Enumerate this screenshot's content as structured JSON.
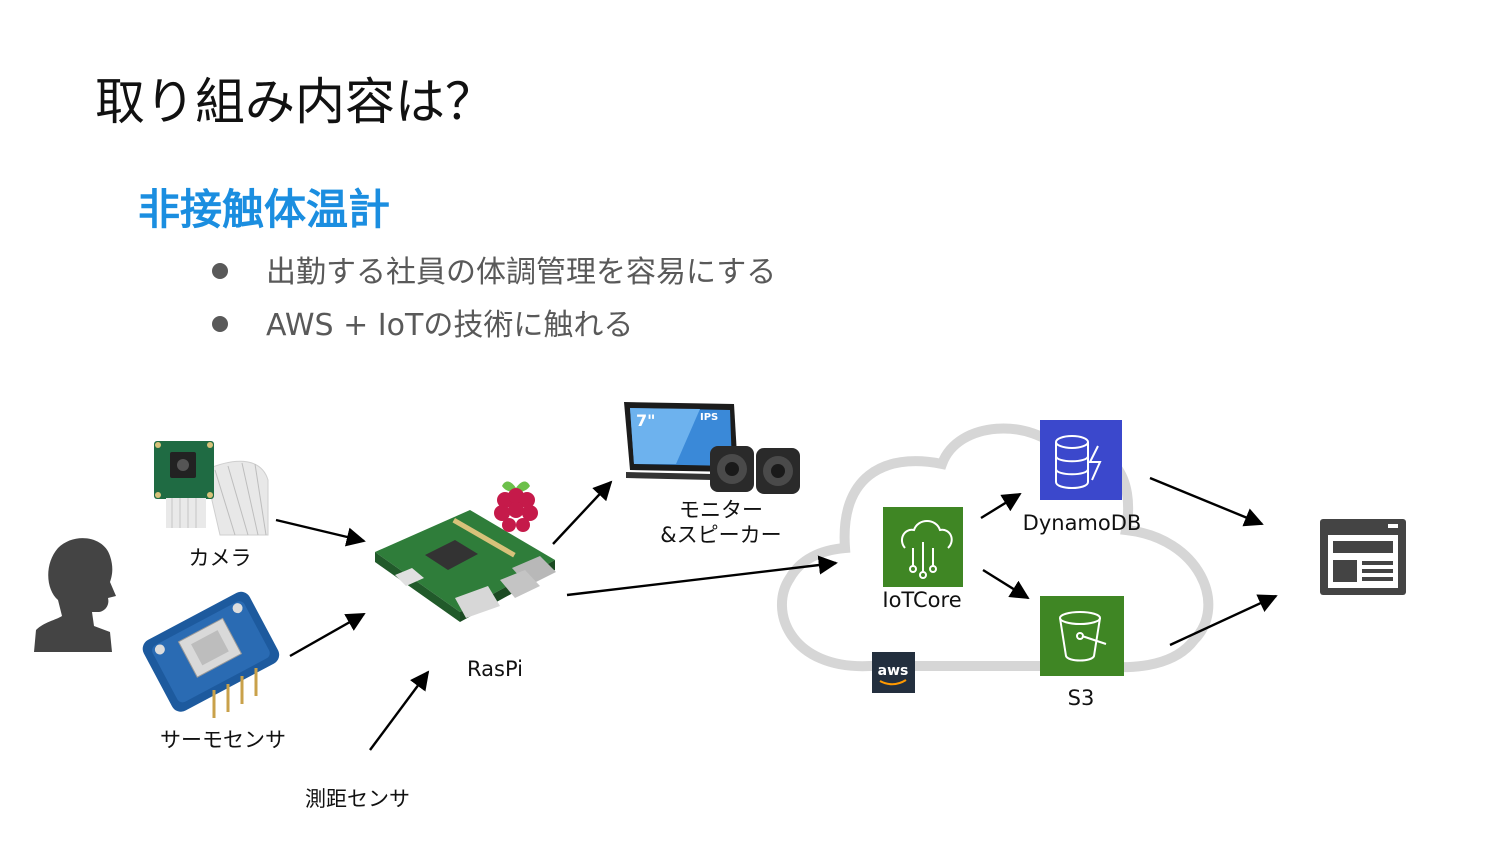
{
  "slide": {
    "title": "取り組み内容は？",
    "subtitle": "非接触体温計",
    "bullets": [
      "出勤する社員の体調管理を容易にする",
      "AWS + IoTの技術に触れる"
    ]
  },
  "diagram": {
    "labels": {
      "camera": "カメラ",
      "thermo_sensor": "サーモセンサ",
      "distance_sensor": "測距センサ",
      "raspi": "RasPi",
      "monitor_line1": "モニター",
      "monitor_line2": "&スピーカー",
      "iot_core": "IoTCore",
      "dynamodb": "DynamoDB",
      "s3": "S3",
      "aws_logo": "aws",
      "monitor_size": "7\"",
      "monitor_panel": "IPS"
    },
    "colors": {
      "subtitle": "#1b8ee0",
      "iot_core": "#3f8624",
      "dynamodb": "#3b48cc",
      "s3": "#3f8624",
      "aws_logo_bg": "#232f3e",
      "cloud_outline": "#d6d6d6",
      "raspi_board": "#2f7d3a",
      "raspberry": "#c51a4a"
    },
    "icons": [
      "person-icon",
      "camera-module-icon",
      "thermo-sensor-icon",
      "raspberry-pi-board-icon",
      "raspberry-logo-icon",
      "monitor-icon",
      "speaker-icon",
      "cloud-icon",
      "iot-core-icon",
      "dynamodb-icon",
      "s3-bucket-icon",
      "aws-logo-icon",
      "web-page-icon"
    ]
  }
}
